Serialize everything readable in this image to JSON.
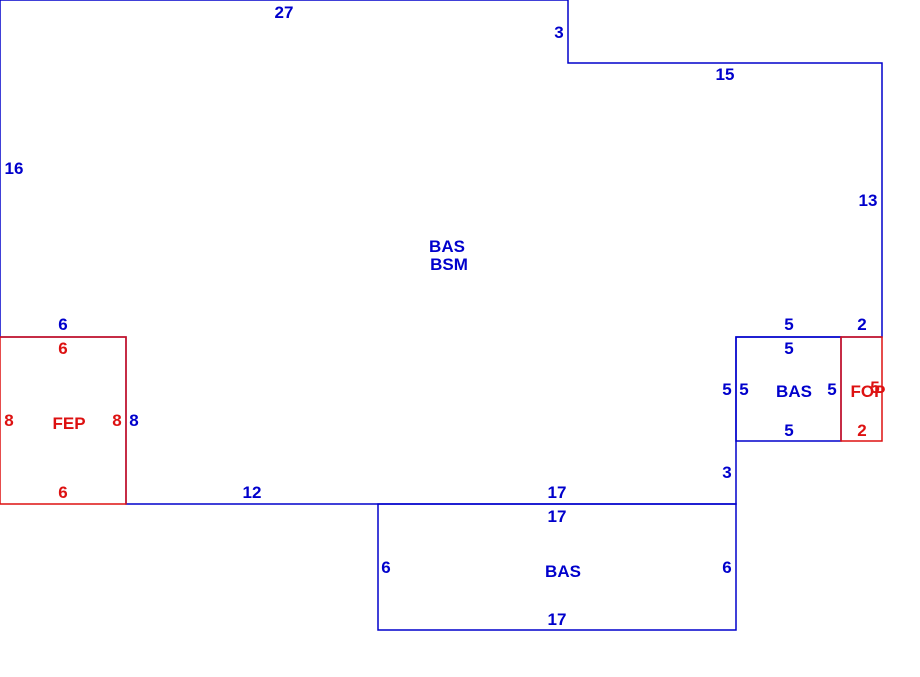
{
  "colors": {
    "main": "#0000cc",
    "porch": "#dd1111",
    "background": "#ffffff"
  },
  "areas": {
    "main_line1": "BAS",
    "main_line2": "BSM",
    "fep": "FEP",
    "bas_bottom": "BAS",
    "bas_right": "BAS",
    "fop": "FOP"
  },
  "dims": {
    "main_top": "27",
    "main_step": "3",
    "main_top_right": "15",
    "main_left": "16",
    "main_right": "13",
    "main_left_lower": "6",
    "main_right_lower": "2",
    "main_lower_right_drop": "3",
    "main_bottom_mid": "12",
    "main_bottom_right": "17",
    "main_fep_side": "8",
    "fep_top": "6",
    "fep_bottom": "6",
    "fep_left": "8",
    "fep_right": "8",
    "bas_bottom_top": "17",
    "bas_bottom_bottom": "17",
    "bas_bottom_left": "6",
    "bas_bottom_right": "6",
    "bas_right_top_outer": "5",
    "bas_right_top": "5",
    "bas_right_bottom": "5",
    "bas_right_left_outer": "5",
    "bas_right_left": "5",
    "bas_right_right": "5",
    "fop_bottom": "2",
    "fop_right": "5"
  }
}
